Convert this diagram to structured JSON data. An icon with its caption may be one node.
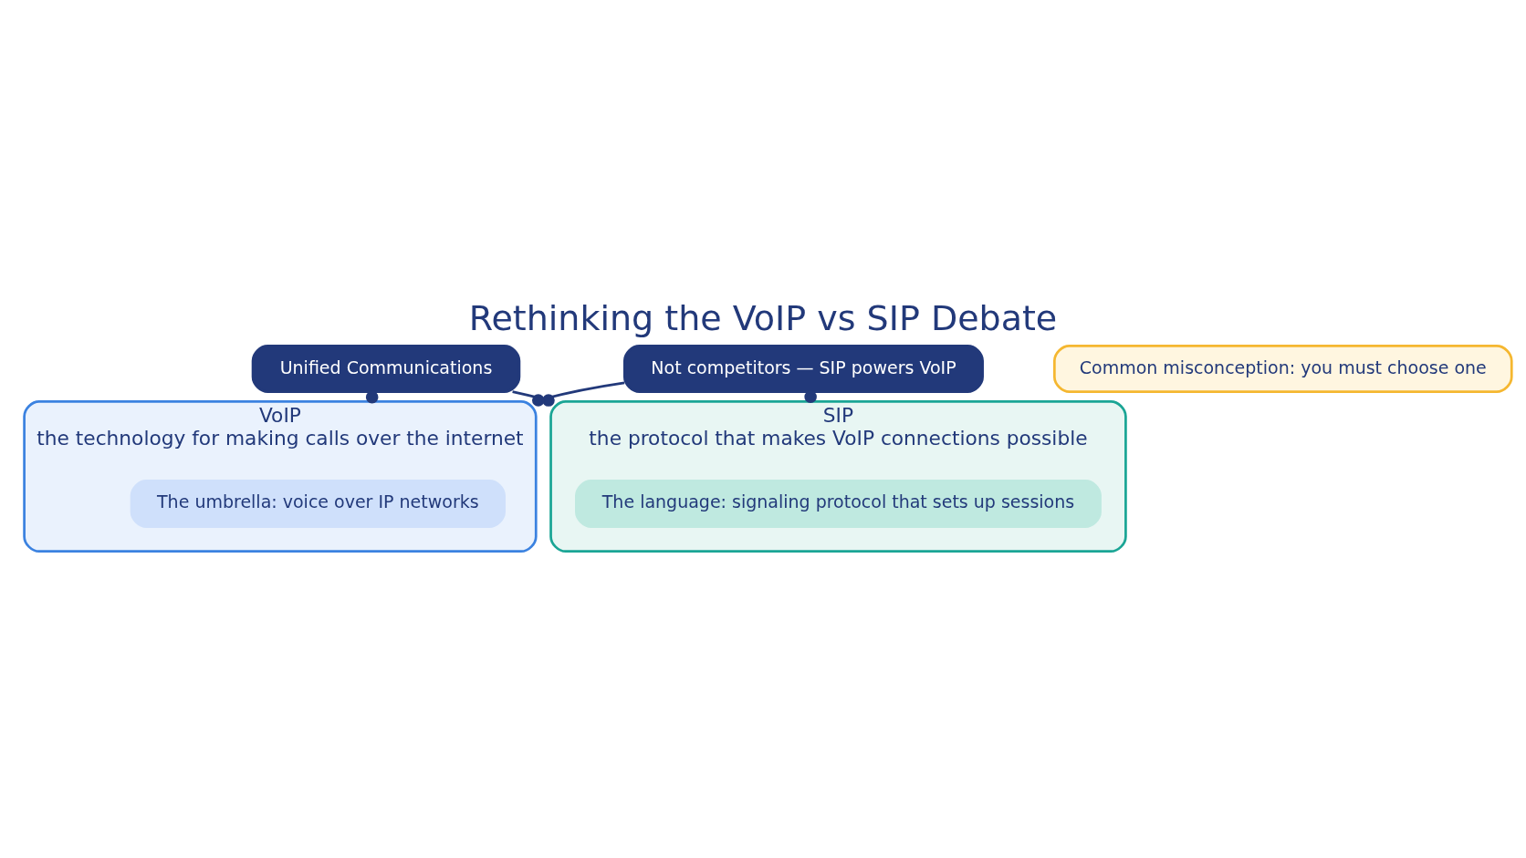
{
  "diagram": {
    "title": "Rethinking the VoIP vs SIP Debate",
    "nodes": [
      {
        "text": [
          "Unified Communications"
        ]
      },
      {
        "text": [
          "VoIP",
          "the technology for making calls over the internet"
        ]
      },
      {
        "text": [
          "The umbrella: voice over IP networks"
        ],
        "in": 1
      },
      {
        "text": [
          "SIP",
          "the protocol that makes VoIP connections possible"
        ]
      },
      {
        "text": [
          "The language: signaling protocol that sets up sessions"
        ],
        "in": 3
      },
      {
        "text": [
          "Not competitors — SIP powers VoIP"
        ]
      },
      {
        "text": [
          "Common misconception: you must choose one"
        ]
      }
    ],
    "edges": [
      {
        "from": 0,
        "to": 1,
        "arrow": "other"
      },
      {
        "from": 0,
        "to": 3,
        "arrow": "other"
      },
      {
        "from": 5,
        "to": 1,
        "arrow": "other"
      },
      {
        "from": 5,
        "to": 3,
        "arrow": "other"
      }
    ]
  }
}
